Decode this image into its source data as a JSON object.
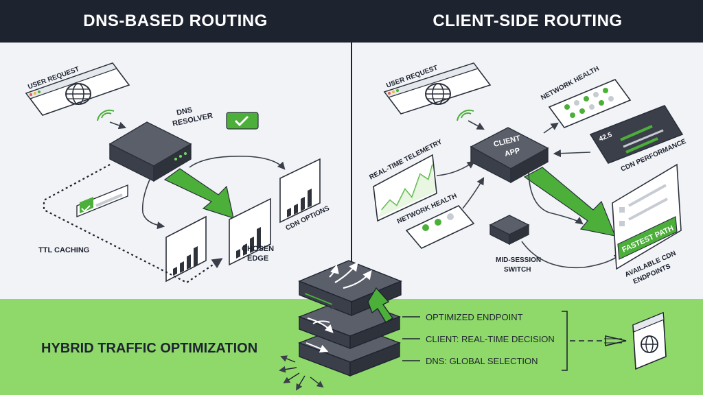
{
  "header": {
    "left_title": "DNS-BASED ROUTING",
    "right_title": "CLIENT-SIDE ROUTING"
  },
  "dns": {
    "user_request": "USER REQUEST",
    "resolver_line1": "DNS",
    "resolver_line2": "RESOLVER",
    "cdn_options": "CDN OPTIONS",
    "chosen_line1": "CHOSEN",
    "chosen_line2": "EDGE",
    "ttl_caching": "TTL CACHING"
  },
  "client": {
    "user_request": "USER REQUEST",
    "network_health_top": "NETWORK HEALTH",
    "app_line1": "CLIENT",
    "app_line2": "APP",
    "perf_value": "42.5",
    "cdn_performance": "CDN PERFORMANCE",
    "telemetry": "REAL-TIME TELEMETRY",
    "network_health_bottom": "NETWORK HEALTH",
    "fastest_path": "FASTEST PATH",
    "available_line1": "AVAILABLE CDN",
    "available_line2": "ENDPOINTS",
    "switch_line1": "MID-SESSION",
    "switch_line2": "SWITCH"
  },
  "hybrid": {
    "title": "HYBRID TRAFFIC OPTIMIZATION",
    "layers": [
      "OPTIMIZED ENDPOINT",
      "CLIENT: REAL-TIME DECISION",
      "DNS: GLOBAL SELECTION"
    ]
  },
  "colors": {
    "header_bg": "#1e2330",
    "panel_bg": "#f1f3f6",
    "accent_green": "#4caf3a",
    "band_green": "#8fd96a",
    "device_dark": "#4a4f5a"
  },
  "icons": [
    "globe-icon",
    "checkmark-icon",
    "signal-bars-icon",
    "wifi-icon",
    "curved-arrows-icon",
    "cursor-arrow-icon"
  ]
}
